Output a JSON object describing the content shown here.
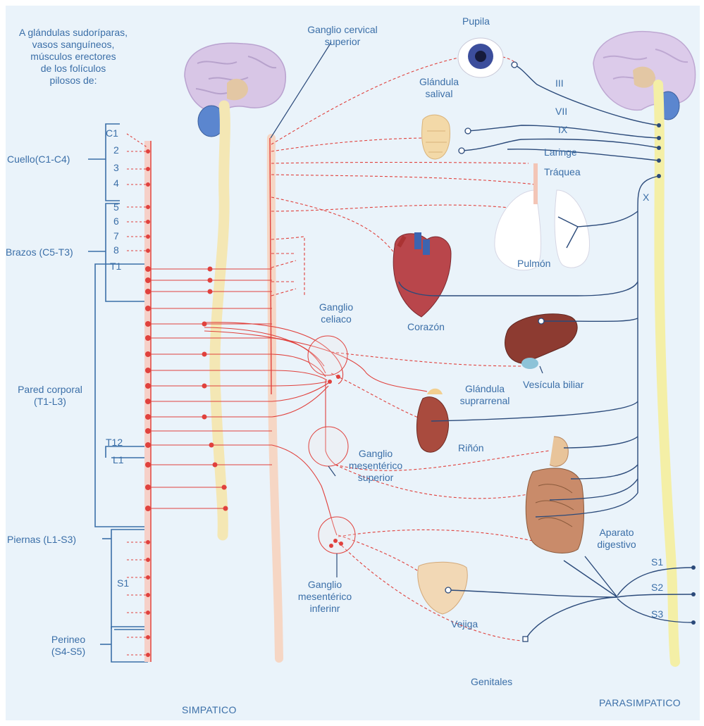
{
  "intro": {
    "line1": "A glándulas sudoríparas,",
    "line2": "vasos sanguíneos,",
    "line3": "músculos erectores",
    "line4": "de los folículos",
    "line5": "pilosos de:"
  },
  "regions": {
    "cuello": "Cuello(C1-C4)",
    "brazos": "Brazos (C5-T3)",
    "pared1": "Pared corporal",
    "pared2": "(T1-L3)",
    "piernas": "Piernas (L1-S3)",
    "perineo1": "Perineo",
    "perineo2": "(S4-S5)"
  },
  "segments": {
    "c1": "C1",
    "s2": "2",
    "s3": "3",
    "s4": "4",
    "s5": "5",
    "s6": "6",
    "s7": "7",
    "s8": "8",
    "t1": "T1",
    "t12": "T12",
    "l1": "L1",
    "sacral1": "S1"
  },
  "ganglia": {
    "cervical1": "Ganglio cervical",
    "cervical2": "superior",
    "celiaco1": "Ganglio",
    "celiaco2": "celiaco",
    "msup1": "Ganglio",
    "msup2": "mesentérico",
    "msup3": "superior",
    "minf1": "Ganglio",
    "minf2": "mesentérico",
    "minf3": "inferinr"
  },
  "organs": {
    "pupila": "Pupila",
    "glandula_salival1": "Glándula",
    "glandula_salival2": "salival",
    "laringe": "Laringe",
    "traquea": "Tráquea",
    "pulmon": "Pulmón",
    "corazon": "Corazón",
    "vesicula": "Vesícula biliar",
    "suprarrenal1": "Glándula",
    "suprarrenal2": "suprarrenal",
    "rinon": "Riñón",
    "digestivo1": "Aparato",
    "digestivo2": "digestivo",
    "vejiga": "Vejiga",
    "genitales": "Genitales"
  },
  "nerves": {
    "iii": "III",
    "vii": "VII",
    "ix": "IX",
    "x": "X",
    "sa1": "S1",
    "sa2": "S2",
    "sa3": "S3"
  },
  "footer": {
    "simpatico": "SIMPATICO",
    "parasimpatico": "PARASIMPATICO"
  },
  "colors": {
    "background": "#eaf3fa",
    "label_blue": "#3b6fa8",
    "sympathetic_red": "#e0413d",
    "parasympathetic_blue": "#2b4a7a",
    "spinal_cord": "#f4e7b4"
  }
}
